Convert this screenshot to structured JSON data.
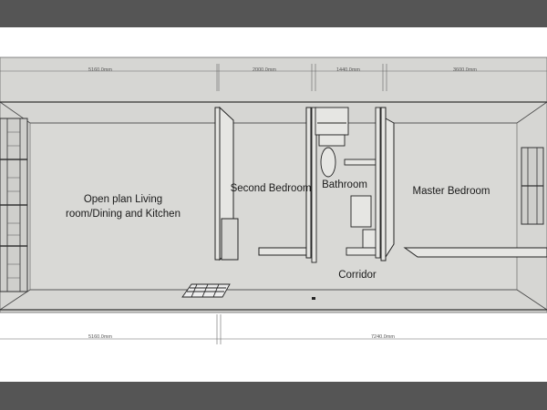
{
  "slide": {
    "band_color": "#555555",
    "background_color": "#ffffff",
    "plan_fill_color": "#d6d6d3"
  },
  "floor_plan": {
    "rooms": {
      "living": {
        "line1": "Open plan Living",
        "line2": "room/Dining and Kitchen"
      },
      "second_bedroom": "Second Bedroom",
      "bathroom": "Bathroom",
      "master_bedroom": "Master Bedroom",
      "corridor": "Corridor"
    },
    "top_dimensions": [
      "5160.0mm",
      "2000.0mm",
      "1440.0mm",
      "3600.0mm"
    ],
    "bottom_dimensions": [
      "5160.0mm",
      "7240.0mm"
    ]
  }
}
